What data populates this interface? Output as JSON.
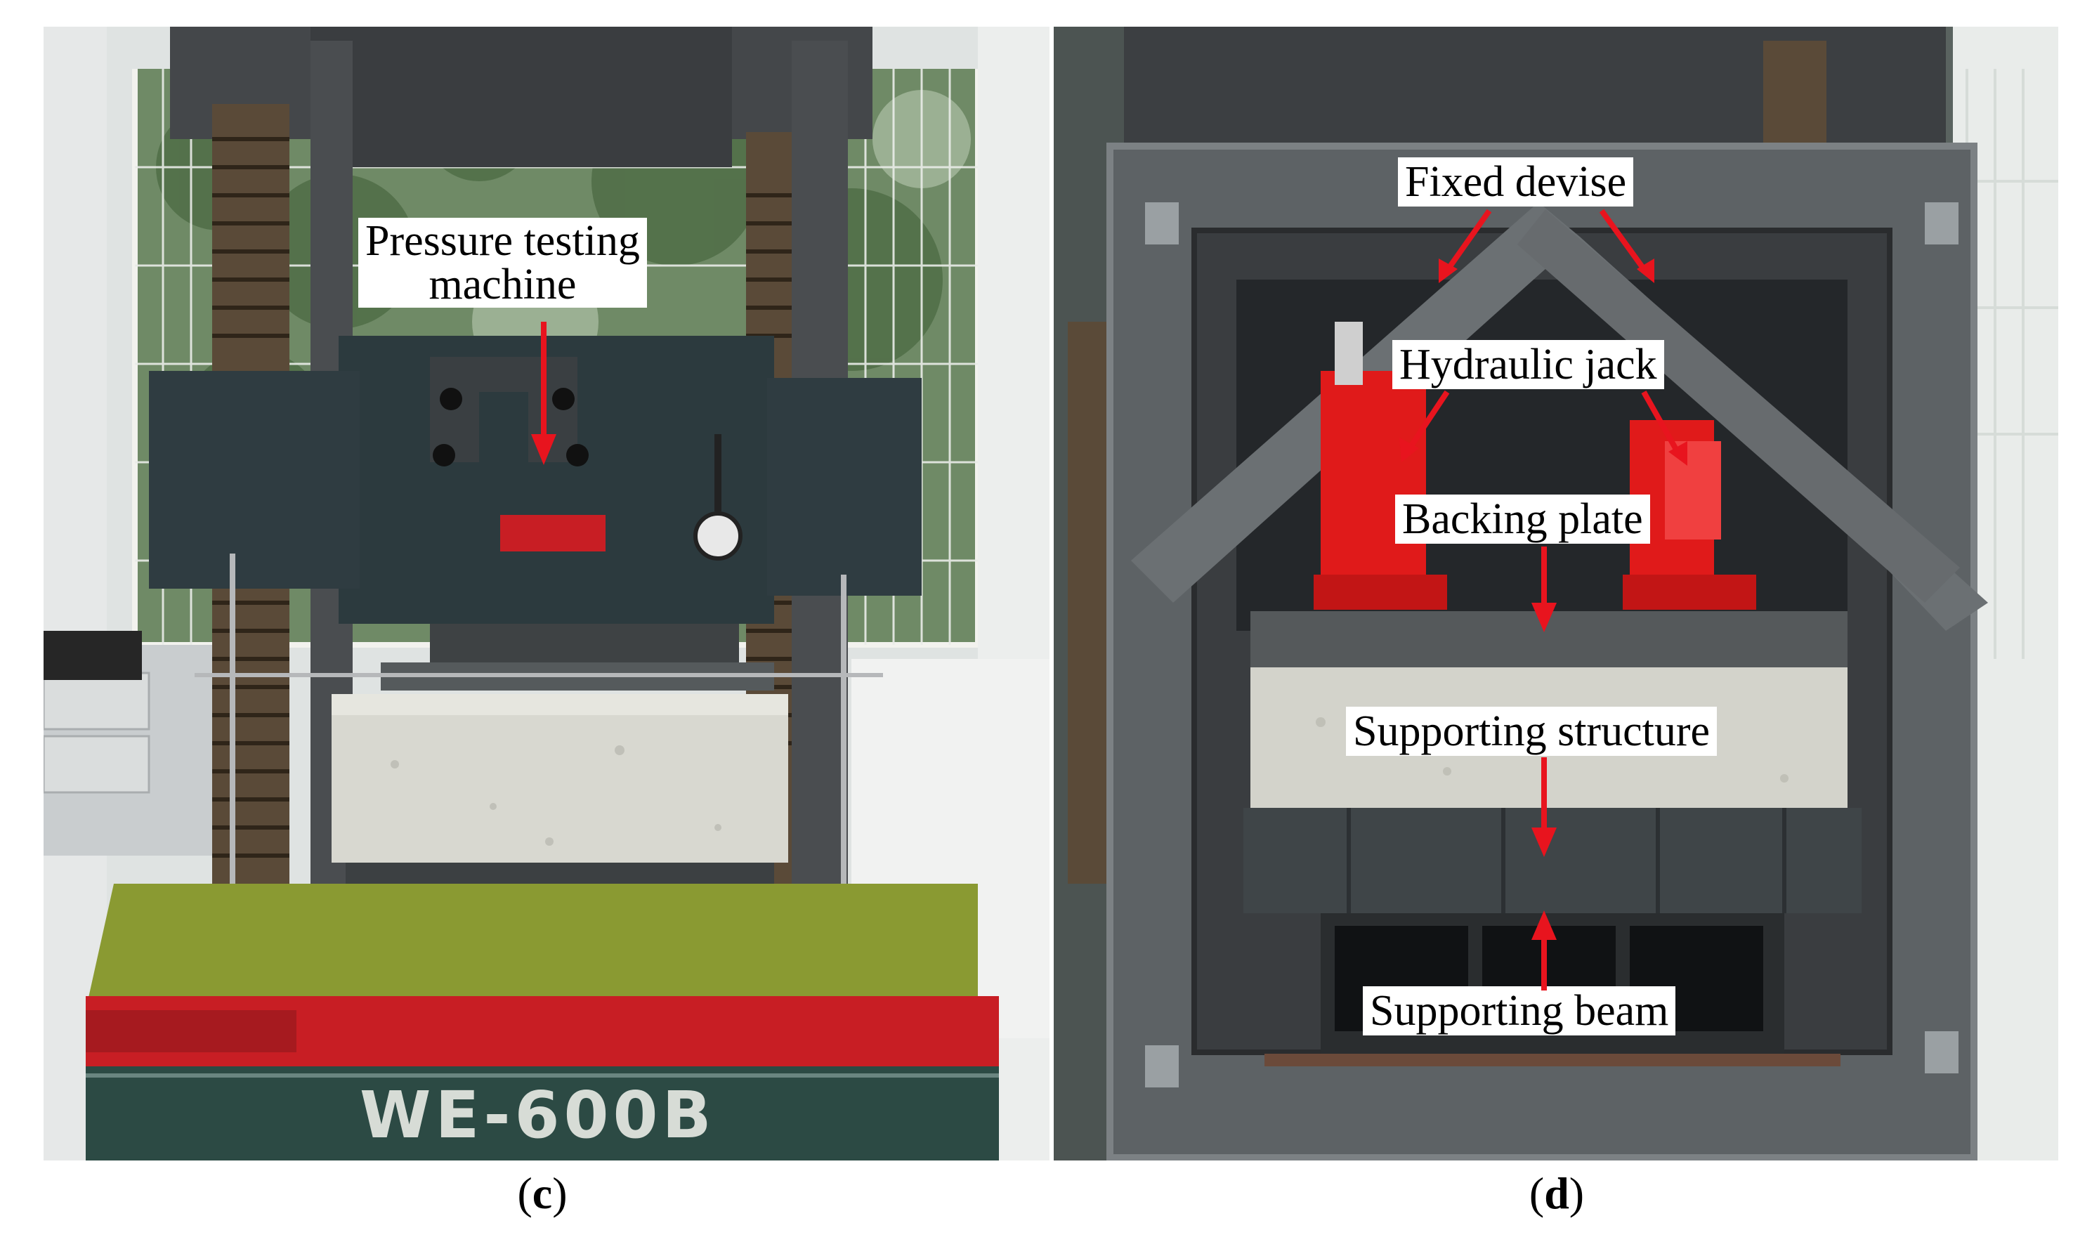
{
  "figure": {
    "panels": [
      {
        "id": "c",
        "caption_open": "(",
        "caption_letter": "c",
        "caption_close": ")",
        "labels": {
          "pressure_line1": "Pressure testing",
          "pressure_line2": "machine"
        },
        "machine_brand": "WE-600B"
      },
      {
        "id": "d",
        "caption_open": "(",
        "caption_letter": "d",
        "caption_close": ")",
        "labels": {
          "fixed": "Fixed devise",
          "jack": "Hydraulic jack",
          "backing": "Backing plate",
          "structure": "Supporting structure",
          "beam": "Supporting beam"
        }
      }
    ],
    "colors": {
      "arrow_red": "#e8141e",
      "steel_dark": "#3a3d40",
      "concrete": "#d8d8d0",
      "machine_red": "#c81e24",
      "machine_green": "#2c4a44",
      "jack_red": "#e01a1a"
    }
  }
}
